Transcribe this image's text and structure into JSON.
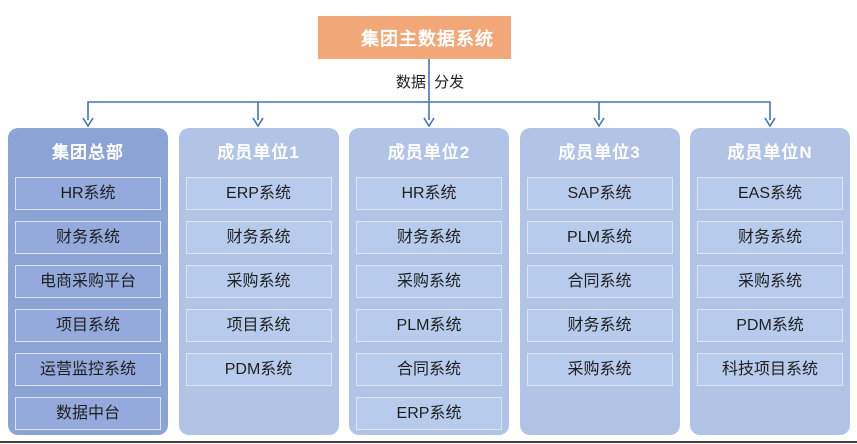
{
  "diagram": {
    "root_label": "集团主数据系统",
    "distribution_label": "数据 分发"
  },
  "colors": {
    "root_bg": "#F1A778",
    "root_text": "#FFFFFF",
    "connector": "#4472C4",
    "primary_column_bg": "#8CA3D5",
    "primary_item_bg": "#94AADC",
    "member_column_bg": "#B1C4E6",
    "member_item_bg": "#B7CBEC",
    "item_border": "#DFE3ED",
    "item_text": "#1F1F1F",
    "header_text": "#FFFFFF",
    "bottom_rule": "#3F3F3F",
    "page_bg": "#FFFFFF"
  },
  "columns": [
    {
      "header": "集团总部",
      "variant": "primary",
      "items": [
        "HR系统",
        "财务系统",
        "电商采购平台",
        "项目系统",
        "运营监控系统",
        "数据中台"
      ]
    },
    {
      "header": "成员单位1",
      "variant": "member",
      "items": [
        "ERP系统",
        "财务系统",
        "采购系统",
        "项目系统",
        "PDM系统"
      ]
    },
    {
      "header": "成员单位2",
      "variant": "member",
      "items": [
        "HR系统",
        "财务系统",
        "采购系统",
        "PLM系统",
        "合同系统",
        "ERP系统"
      ]
    },
    {
      "header": "成员单位3",
      "variant": "member",
      "items": [
        "SAP系统",
        "PLM系统",
        "合同系统",
        "财务系统",
        "采购系统"
      ]
    },
    {
      "header": "成员单位N",
      "variant": "member",
      "items": [
        "EAS系统",
        "财务系统",
        "采购系统",
        "PDM系统",
        "科技项目系统"
      ]
    }
  ]
}
